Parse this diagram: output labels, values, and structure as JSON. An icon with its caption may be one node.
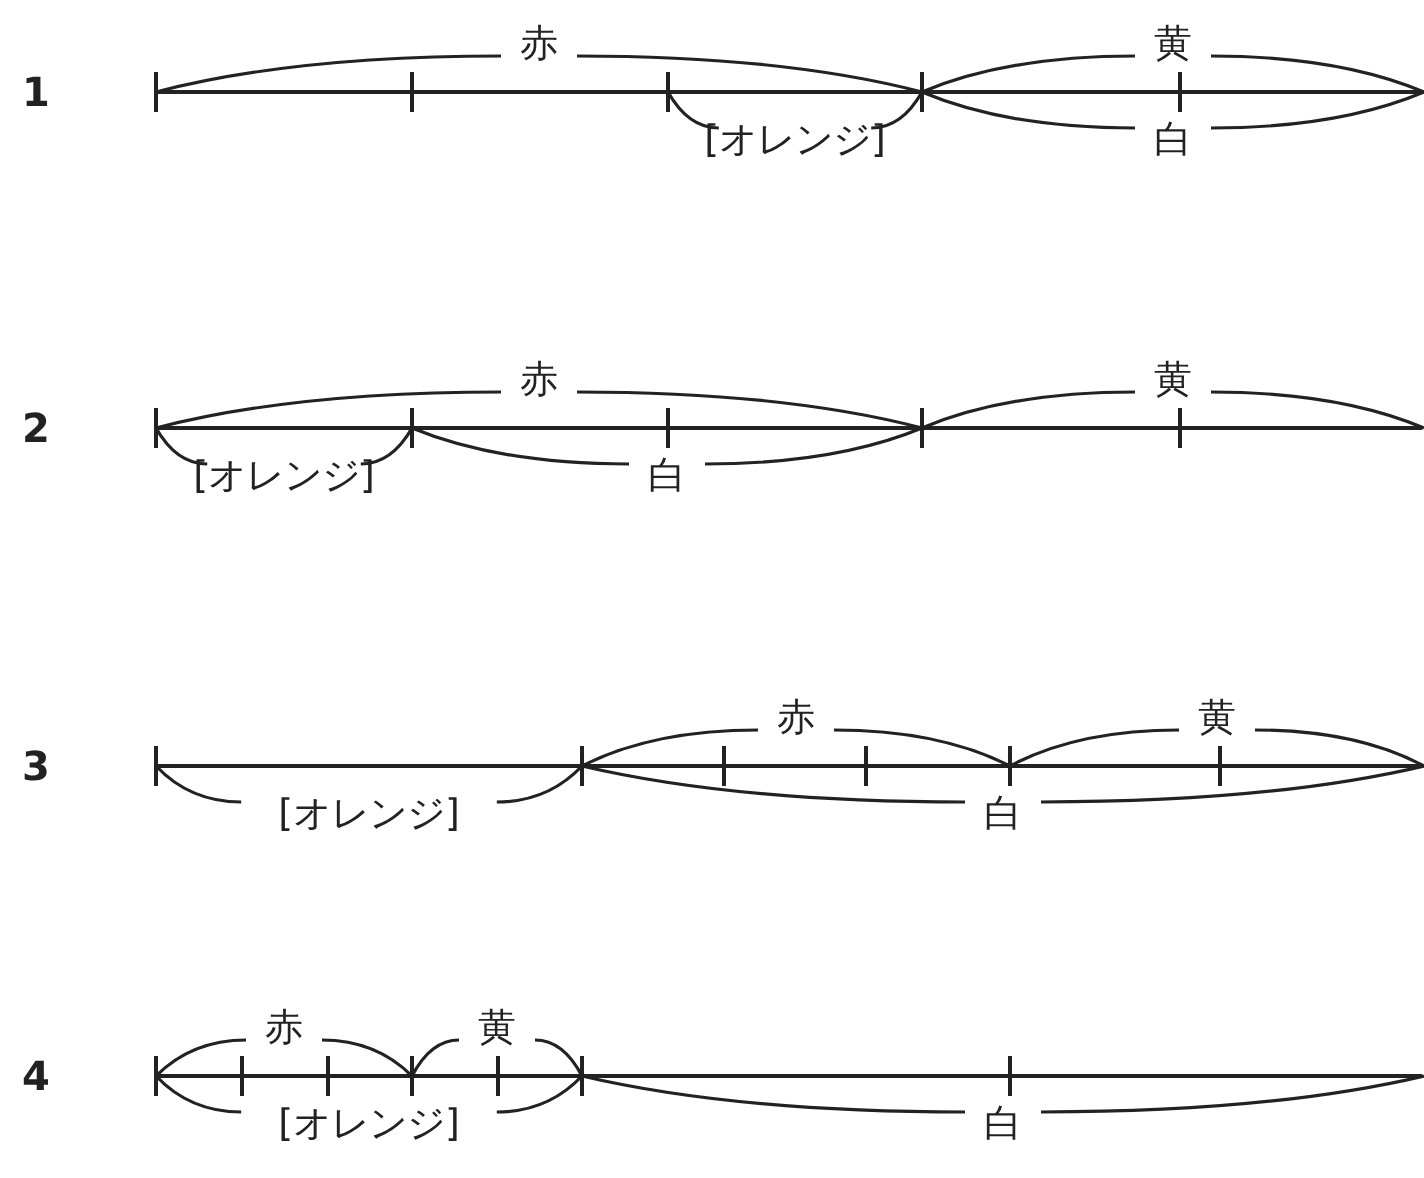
{
  "diagram": {
    "labels": [
      "1",
      "赤",
      "黄",
      "[オレンジ]",
      "白",
      "2",
      "赤",
      "黄",
      "[オレンジ]",
      "白",
      "3",
      "赤",
      "黄",
      "[オレンジ]",
      "白",
      "4",
      "赤",
      "黄",
      "[オレンジ]",
      "白"
    ]
  }
}
